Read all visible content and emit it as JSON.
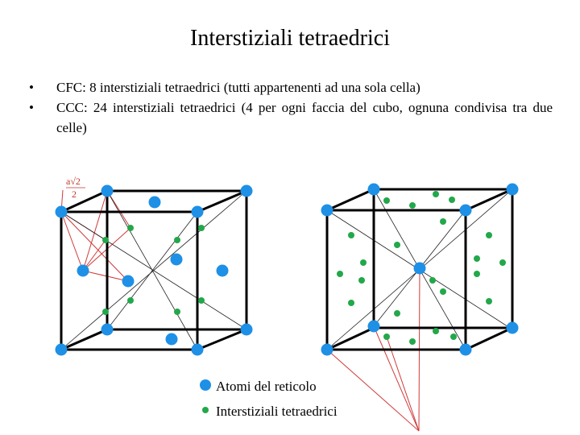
{
  "title": "Interstiziali tetraedrici",
  "bullets": [
    {
      "symbol": "•",
      "text": "CFC: 8 interstiziali tetraedrici (tutti appartenenti ad una sola cella)"
    },
    {
      "symbol": "•",
      "text": "CCC: 24 interstiziali tetraedrici (4 per ogni faccia del cubo, ognuna condivisa tra due celle)"
    }
  ],
  "formula": {
    "numerator": "a√2",
    "denominator": "2"
  },
  "legend": {
    "lattice_atoms": "Atomi del reticolo",
    "tetrahedral_sites": "Interstiziali tetraedrici"
  },
  "colors": {
    "lattice_atom": "#1e90e6",
    "interstitial": "#22a84a",
    "construction_line": "#d03a3a",
    "cube_edge": "#000000"
  }
}
